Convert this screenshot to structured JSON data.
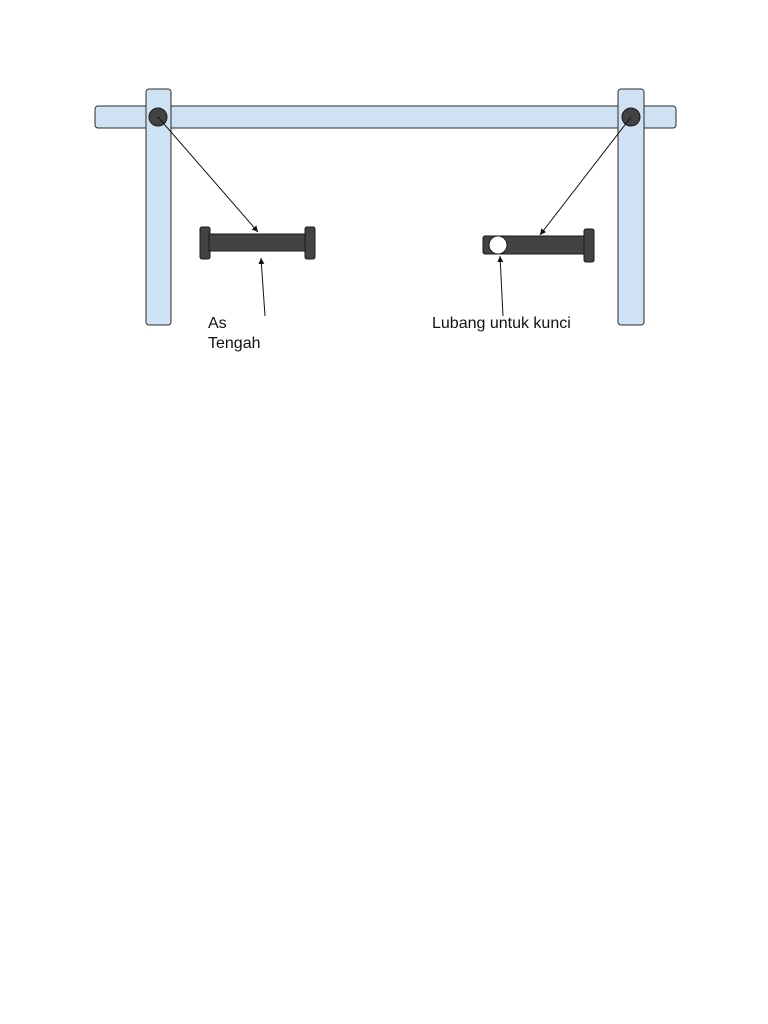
{
  "colors": {
    "frame_fill": "#cfe2f3",
    "frame_stroke": "#2b2b2b",
    "pin_fill": "#434343",
    "hole_fill": "#ffffff",
    "leader_line": "#111111"
  },
  "labels": {
    "center_axle_line1": "As",
    "center_axle_line2": "Tengah",
    "key_hole": "Lubang untuk kunci"
  }
}
